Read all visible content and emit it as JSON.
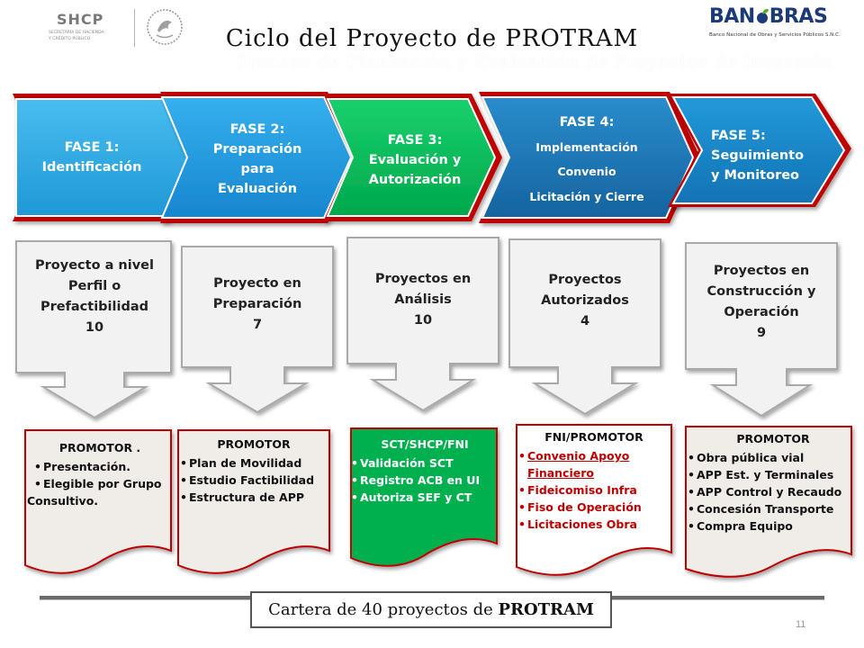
{
  "header": {
    "title": "Ciclo del Proyecto de PROTRAM",
    "subtitle": "Proceso de Planeación y Evaluación de Proyectos de Inversión",
    "shcp": {
      "acronym": "SHCP",
      "line1": "SECRETARÍA DE HACIENDA",
      "line2": "Y CRÉDITO PÚBLICO"
    },
    "banobras": {
      "name_left": "BAN",
      "name_right": "BRAS",
      "tagline": "Banco Nacional de Obras y Servicios Públicos S.N.C."
    }
  },
  "phases": [
    {
      "lines": [
        "FASE 1:",
        "Identificación"
      ]
    },
    {
      "lines": [
        "FASE 2:",
        "Preparación",
        "para",
        "Evaluación"
      ]
    },
    {
      "lines": [
        "FASE 3:",
        "Evaluación  y",
        "Autorización"
      ]
    },
    {
      "lines": [
        "FASE 4:",
        "Implementación",
        "Convenio",
        "Licitación y Cierre"
      ]
    },
    {
      "lines": [
        "FASE 5:",
        "Seguimiento",
        "y Monitoreo"
      ]
    }
  ],
  "status_boxes": [
    {
      "lines": [
        "Proyecto  a nivel",
        "Perfil  o",
        "Prefactibilidad"
      ],
      "count": "10"
    },
    {
      "lines": [
        "Proyecto  en",
        "Preparación"
      ],
      "count": "7"
    },
    {
      "lines": [
        "Proyectos en",
        "Análisis"
      ],
      "count": "10"
    },
    {
      "lines": [
        "Proyectos",
        "Autorizados"
      ],
      "count": "4"
    },
    {
      "lines": [
        "Proyectos en",
        "Construcción  y",
        "Operación"
      ],
      "count": "9"
    }
  ],
  "documents": [
    {
      "heading": "PROMOTOR .",
      "items": [
        "Presentación.",
        "Elegible por Grupo",
        "Consultivo."
      ]
    },
    {
      "heading": "PROMOTOR",
      "items": [
        "Plan de Movilidad",
        " Estudio Factibilidad",
        "Estructura de APP"
      ]
    },
    {
      "heading": "SCT/SHCP/FNI",
      "items": [
        "Validación SCT",
        "Registro  ACB en UI",
        "Autoriza  SEF y CT"
      ]
    },
    {
      "heading": "FNI/PROMOTOR",
      "items": [
        "Convenio Apoyo",
        "Financiero",
        "Fideicomiso Infra",
        "Fiso de Operación",
        "Licitaciones Obra"
      ]
    },
    {
      "heading": "PROMOTOR",
      "items": [
        "Obra pública vial",
        "APP Est. y Terminales",
        "APP Control y Recaudo",
        "Concesión Transporte",
        "Compra Equipo"
      ]
    }
  ],
  "footer": {
    "label": "Cartera de 40 proyectos de",
    "program": "PROTRAM",
    "page_number": "11"
  },
  "colors": {
    "phase1": "#29abe2",
    "phase2": "#1da1e6",
    "phase3": "#00c05a",
    "phase4": "#1b7bb7",
    "phase5": "#1589c9",
    "outline_red": "#c00000",
    "doc_green": "#00b050",
    "doc_tan": "#f0ece8",
    "doc4_red_text": "#c00000",
    "callout_fill": "#f2f2f2"
  }
}
